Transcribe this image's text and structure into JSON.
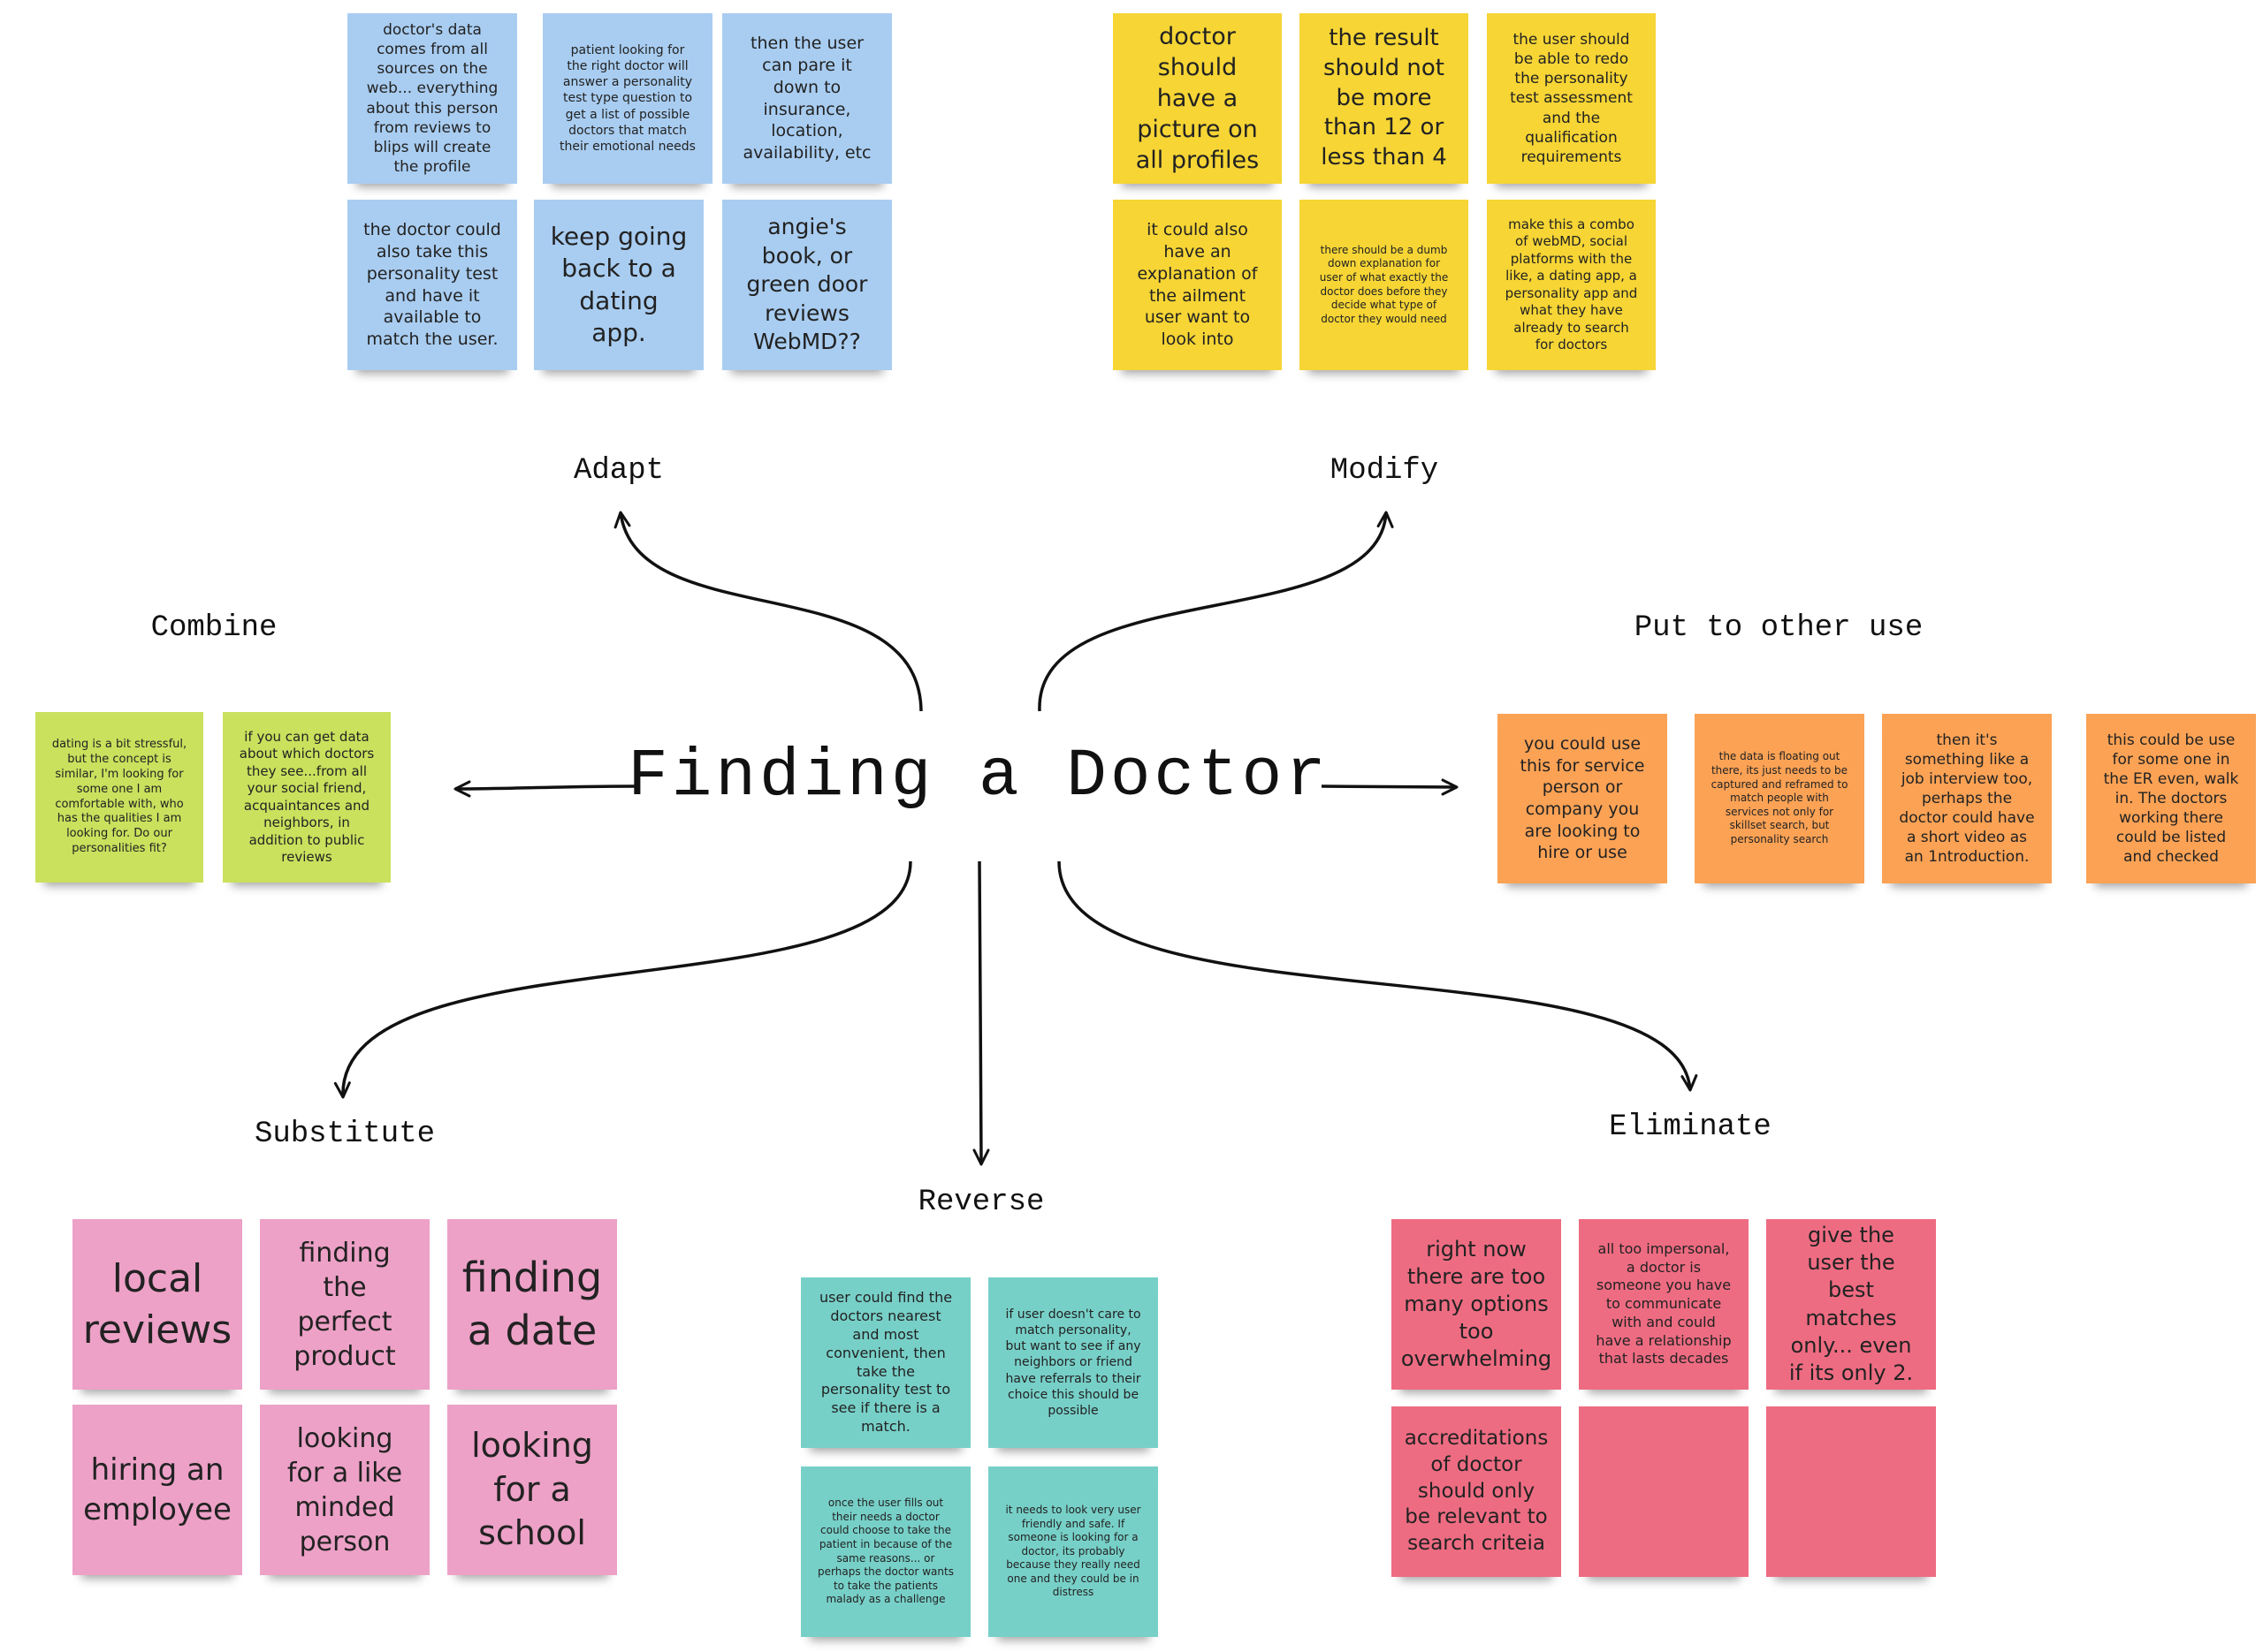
{
  "central_title": "Finding a Doctor",
  "branches": {
    "adapt": {
      "label": "Adapt",
      "notes": [
        "doctor's data comes from all sources on the web... everything about this person from reviews to blips will create the profile",
        "patient looking for the right doctor will answer a personality test type question to get a list of possible doctors that match their emotional needs",
        "then the user can pare it down to insurance, location, availability, etc",
        "the doctor could also take this personality test and have it available to match the user.",
        "keep going back to a dating app.",
        "angie's book, or green door reviews WebMD??"
      ]
    },
    "modify": {
      "label": "Modify",
      "notes": [
        "doctor should have a picture on all profiles",
        "the result should not be more than 12 or less than 4",
        "the user should be able to redo the personality test assessment and the qualification requirements",
        "it could also have an explanation of the ailment user want to look into",
        "there should be a dumb down explanation for user of what exactly the doctor does before they decide what type of doctor they would need",
        "make this a combo of webMD, social platforms with the like, a dating app, a personality app and what they have already to search for doctors"
      ]
    },
    "combine": {
      "label": "Combine",
      "notes": [
        "dating is a bit stressful, but the concept is similar, I'm looking for some one I am comfortable with, who has the qualities I am looking for. Do our personalities fit?",
        "if you can get data about which doctors they see...from all your social friend, acquaintances  and neighbors, in addition to public reviews"
      ]
    },
    "put_to_other_use": {
      "label": "Put to other use",
      "notes": [
        "you could use this  for  service person or company you are looking to hire or use",
        "the data is floating out there, its just needs to be captured and reframed to match people with services not only for skillset search, but personality search",
        "then it's something like a job interview too, perhaps the doctor could have a short video as an 1ntroduction.",
        "this could be use for some one in the ER even, walk in. The doctors working there could be listed and checked"
      ]
    },
    "substitute": {
      "label": "Substitute",
      "notes": [
        "local reviews",
        "finding the perfect product",
        "finding a date",
        "hiring an employee",
        "looking for a like minded person",
        "looking for a school"
      ]
    },
    "reverse": {
      "label": "Reverse",
      "notes": [
        "user could find the doctors nearest and most convenient, then take the personality test to see if there is a match.",
        "if user doesn't care to match personality, but want to see if any neighbors or friend have referrals to their choice this  should be possible",
        "once the user fills out their needs a doctor could choose to take the patient in because of the same reasons... or perhaps the doctor wants to take the patients malady as a challenge",
        "it needs to look very user friendly and safe. If someone is looking for a doctor, its probably because they really need one and they could be in distress"
      ]
    },
    "eliminate": {
      "label": "Eliminate",
      "notes": [
        "right now there are too many options too overwhelming",
        "all too impersonal, a doctor is someone you have to communicate with and could have a relationship that lasts decades",
        "give the user the best matches only... even if its only 2.",
        "accreditations of doctor should only be relevant to search criteia",
        "",
        ""
      ]
    }
  },
  "colors": {
    "adapt": "#a9cdf1",
    "modify": "#f6d535",
    "combine": "#c9e15d",
    "put_to_other_use": "#fba255",
    "substitute": "#eda1c7",
    "reverse": "#77d0c8",
    "eliminate": "#ee6c82"
  }
}
